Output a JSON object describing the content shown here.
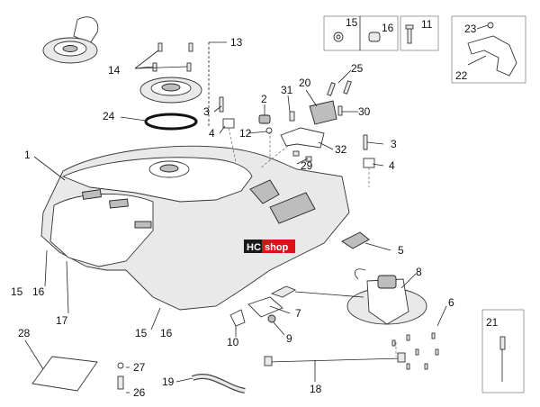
{
  "watermark": {
    "left": "HC",
    "right": "shop"
  },
  "callouts": {
    "n1": "1",
    "n2": "2",
    "n3a": "3",
    "n3b": "3",
    "n4a": "4",
    "n4b": "4",
    "n5": "5",
    "n6": "6",
    "n7": "7",
    "n8": "8",
    "n9": "9",
    "n10": "10",
    "n11": "11",
    "n12": "12",
    "n13": "13",
    "n14": "14",
    "n15a": "15",
    "n15b": "15",
    "n15c": "15",
    "n16a": "16",
    "n16b": "16",
    "n16c": "16",
    "n17": "17",
    "n18": "18",
    "n19": "19",
    "n20": "20",
    "n21": "21",
    "n22": "22",
    "n23": "23",
    "n24": "24",
    "n25": "25",
    "n26": "26",
    "n27": "27",
    "n28": "28",
    "n29": "29",
    "n30": "30",
    "n31": "31",
    "n32": "32"
  }
}
